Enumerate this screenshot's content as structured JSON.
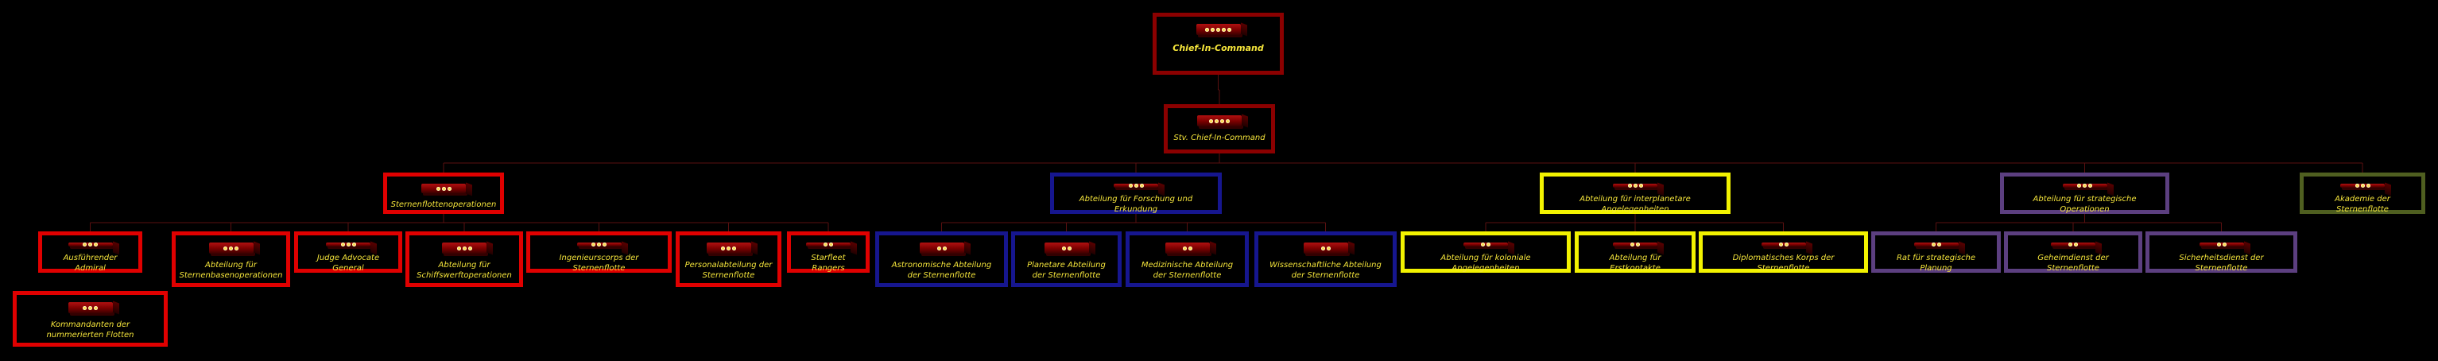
{
  "nodes": {
    "chief": {
      "label": "Chief-In-Command",
      "color": "#8b0000",
      "pips": 5
    },
    "vice": {
      "label": "Stv. Chief-In-Command",
      "color": "#8b0000",
      "pips": 4
    },
    "ops": {
      "label": "Sternenflottenoperationen",
      "color": "#e00000",
      "pips": 3
    },
    "research": {
      "label": "Abteilung für Forschung und Erkundung",
      "color": "#16168f",
      "pips": 3
    },
    "interplanetary": {
      "label": "Abteilung für interplanetare Angelegenheiten",
      "color": "#f2f200",
      "pips": 3
    },
    "strategic": {
      "label": "Abteilung für strategische Operationen",
      "color": "#5c3f80",
      "pips": 3
    },
    "academy": {
      "label": "Akademie der Sternenflotte",
      "color": "#4f5f20",
      "pips": 3
    },
    "exec_admiral": {
      "label": "Ausführender Admiral",
      "color": "#e00000",
      "pips": 3
    },
    "starbase_ops": {
      "label": "Abteilung für Sternenbasenoperationen",
      "color": "#e00000",
      "pips": 3
    },
    "jag": {
      "label": "Judge Advocate General",
      "color": "#e00000",
      "pips": 3
    },
    "shipyard_ops": {
      "label": "Abteilung für Schiffswerftoperationen",
      "color": "#e00000",
      "pips": 3
    },
    "engineering": {
      "label": "Ingenieurscorps der Sternenflotte",
      "color": "#e00000",
      "pips": 3
    },
    "personnel": {
      "label": "Personalabteilung der Sternenflotte",
      "color": "#e00000",
      "pips": 3
    },
    "rangers": {
      "label": "Starfleet Rangers",
      "color": "#e00000",
      "pips": 2
    },
    "fleets": {
      "label": "Kommandanten der nummerierten Flotten",
      "color": "#e00000",
      "pips": 3
    },
    "astronomic": {
      "label": "Astronomische Abteilung der Sternenflotte",
      "color": "#16168f",
      "pips": 2
    },
    "planetary": {
      "label": "Planetare Abteilung der Sternenflotte",
      "color": "#16168f",
      "pips": 2
    },
    "medical": {
      "label": "Medizinische Abteilung der Sternenflotte",
      "color": "#16168f",
      "pips": 2
    },
    "science": {
      "label": "Wissenschaftliche Abteilung der Sternenflotte",
      "color": "#16168f",
      "pips": 2
    },
    "colonial": {
      "label": "Abteilung für koloniale Angelegenheiten",
      "color": "#f2f200",
      "pips": 2
    },
    "first_contact": {
      "label": "Abteilung für Erstkontakte",
      "color": "#f2f200",
      "pips": 2
    },
    "diplomatic": {
      "label": "Diplomatisches Korps der Sternenflotte",
      "color": "#f2f200",
      "pips": 2
    },
    "strat_council": {
      "label": "Rat für strategische Planung",
      "color": "#5c3f80",
      "pips": 2
    },
    "intelligence": {
      "label": "Geheimdienst der Sternenflotte",
      "color": "#5c3f80",
      "pips": 2
    },
    "security": {
      "label": "Sicherheitsdienst der Sternenflotte",
      "color": "#5c3f80",
      "pips": 2
    }
  },
  "edges": [
    [
      "chief",
      "vice"
    ],
    [
      "vice",
      "ops"
    ],
    [
      "vice",
      "research"
    ],
    [
      "vice",
      "interplanetary"
    ],
    [
      "vice",
      "strategic"
    ],
    [
      "vice",
      "academy"
    ],
    [
      "ops",
      "exec_admiral"
    ],
    [
      "ops",
      "starbase_ops"
    ],
    [
      "ops",
      "jag"
    ],
    [
      "ops",
      "shipyard_ops"
    ],
    [
      "ops",
      "engineering"
    ],
    [
      "ops",
      "personnel"
    ],
    [
      "ops",
      "rangers"
    ],
    [
      "research",
      "astronomic"
    ],
    [
      "research",
      "planetary"
    ],
    [
      "research",
      "medical"
    ],
    [
      "research",
      "science"
    ],
    [
      "interplanetary",
      "colonial"
    ],
    [
      "interplanetary",
      "first_contact"
    ],
    [
      "interplanetary",
      "diplomatic"
    ],
    [
      "strategic",
      "strat_council"
    ],
    [
      "strategic",
      "intelligence"
    ],
    [
      "strategic",
      "security"
    ]
  ],
  "line_color": "#5a1010"
}
